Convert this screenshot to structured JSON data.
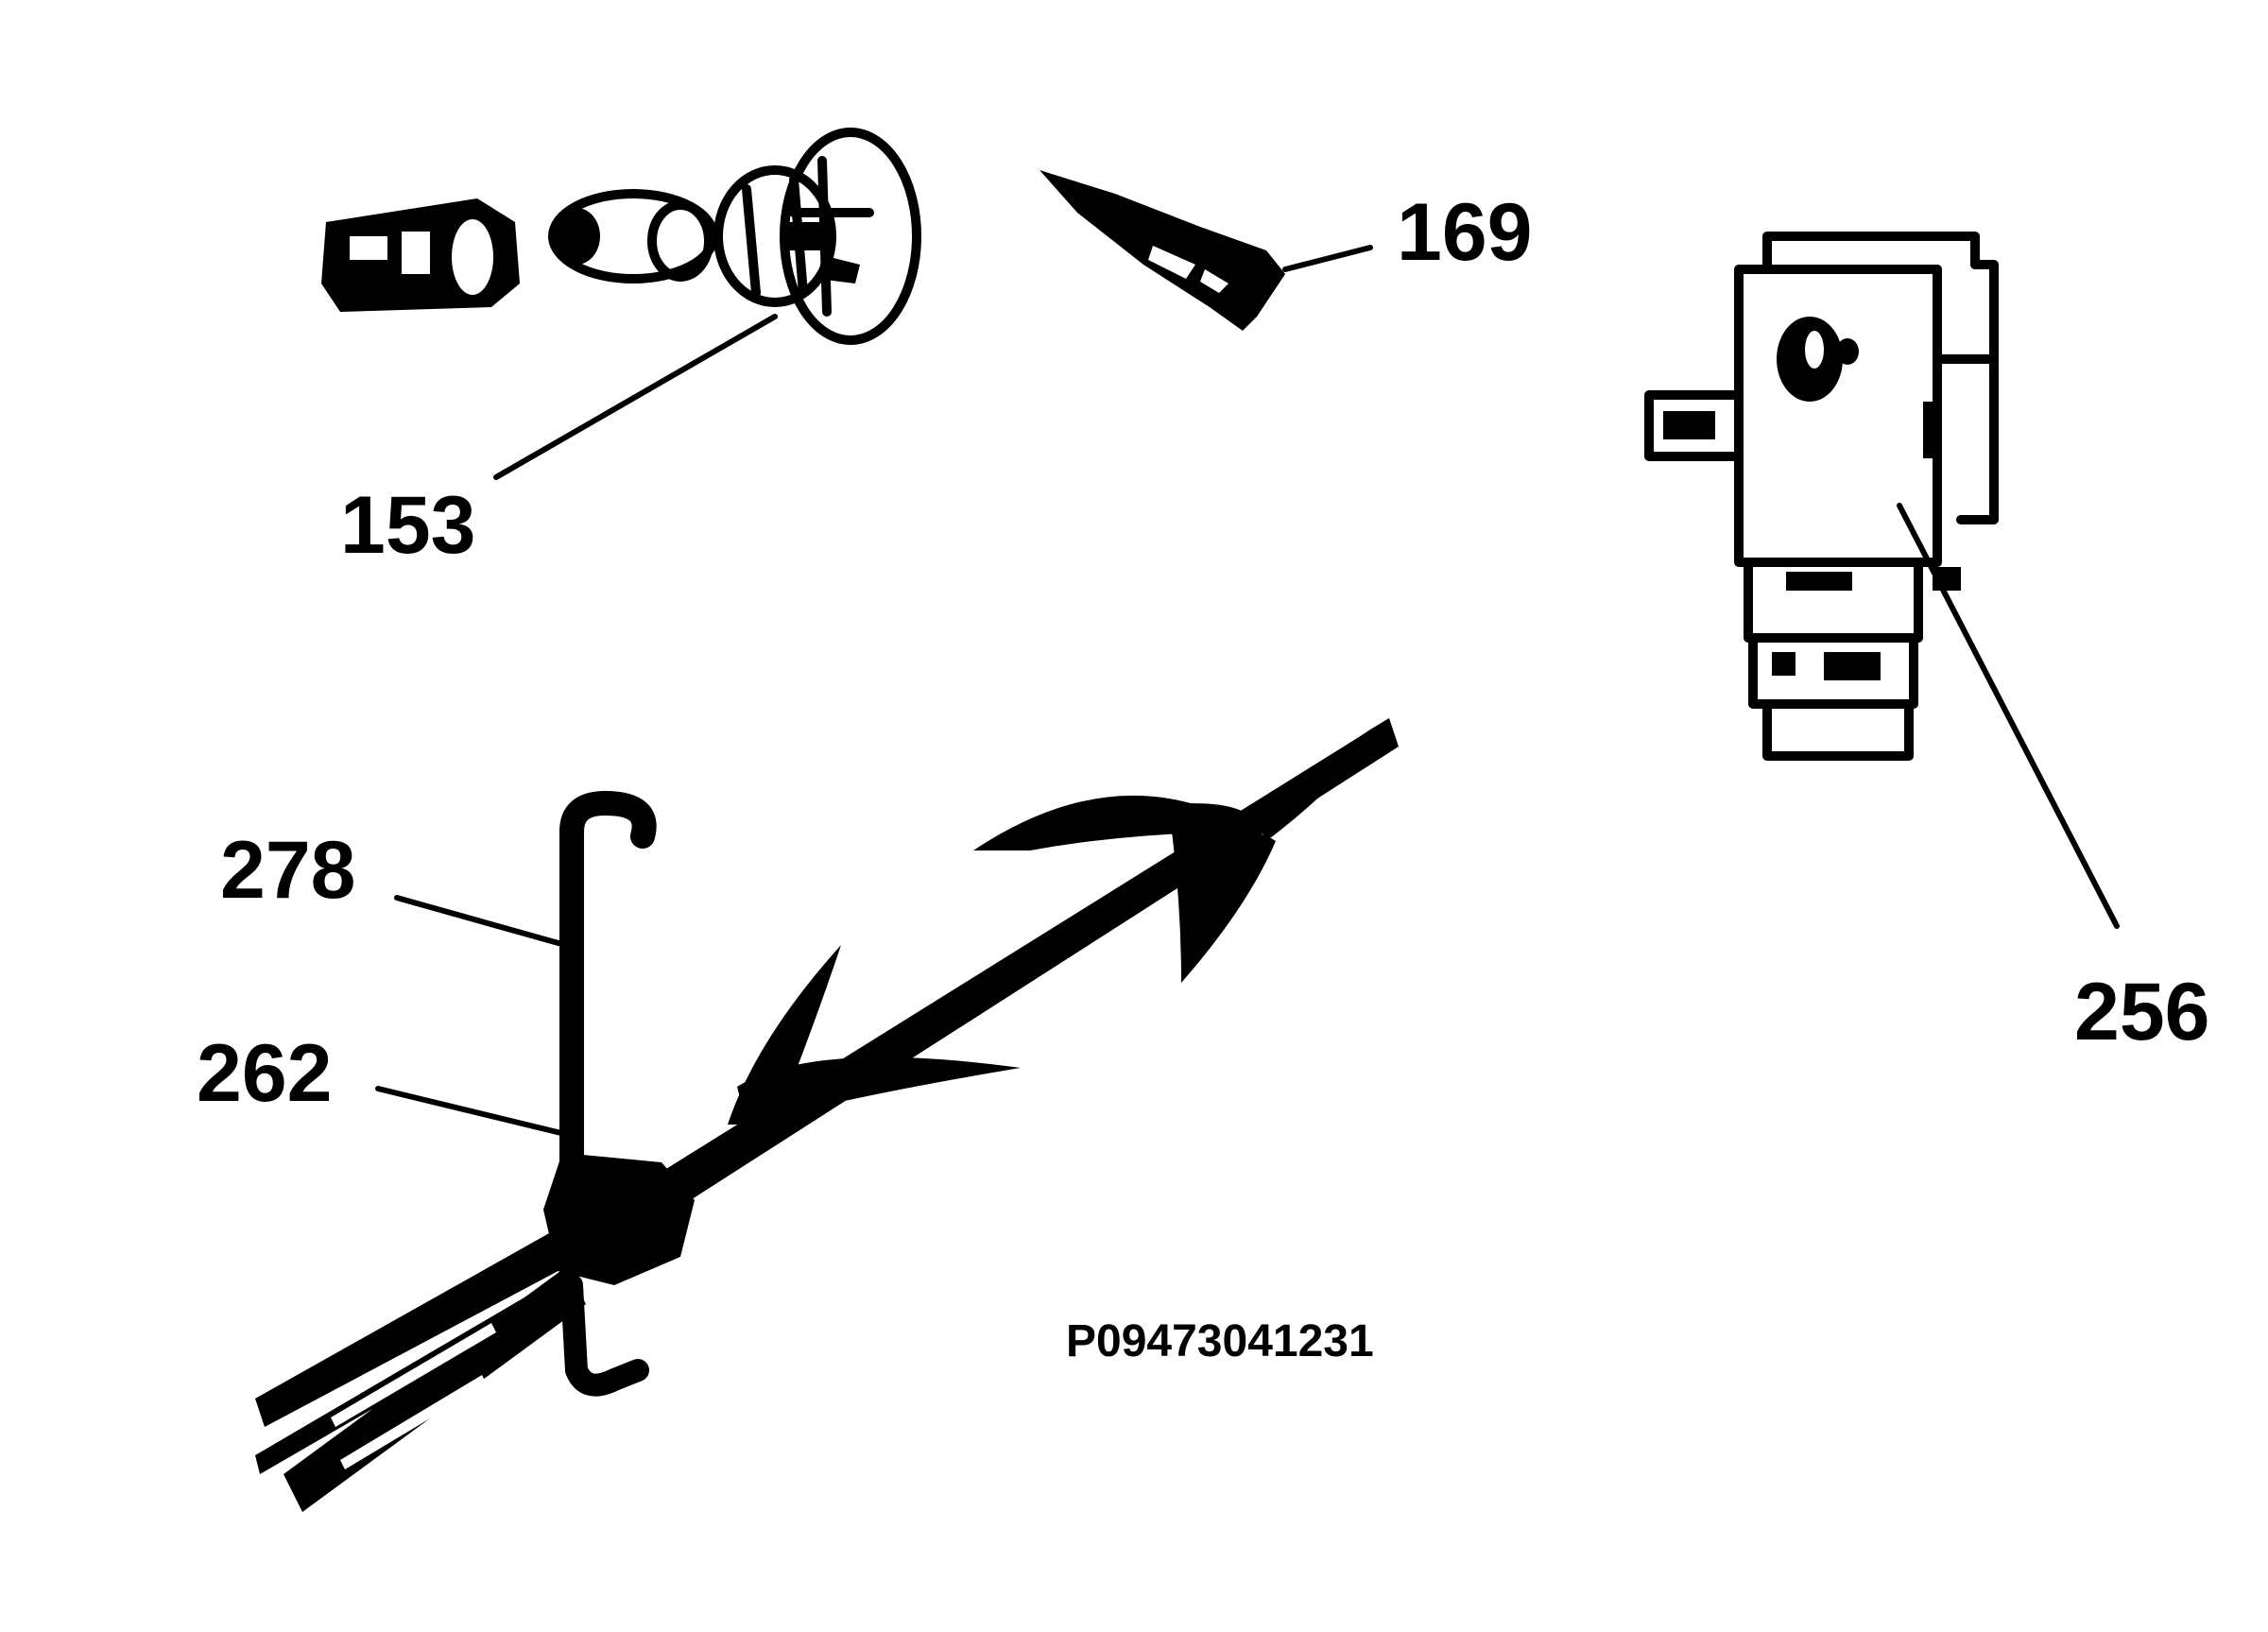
{
  "callouts": {
    "c153": "153",
    "c169": "169",
    "c256": "256",
    "c278": "278",
    "c262": "262"
  },
  "reference_code": "P09473041231",
  "colors": {
    "ink": "#000000",
    "background": "#ffffff"
  }
}
